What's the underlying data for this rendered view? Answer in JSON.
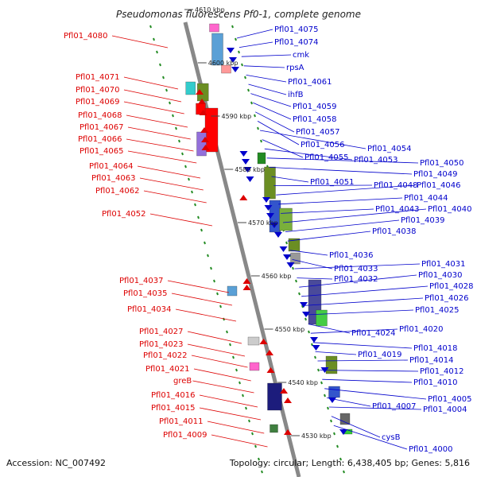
{
  "title": "Pseudomonas fluorescens Pf0-1, complete genome",
  "footer": {
    "accession": "Accession: NC_007492",
    "topology": "Topology: circular; Length: 6,438,405 bp; Genes: 5,816"
  },
  "scale_marks": [
    {
      "label": "4610 kbp",
      "pos": 4610
    },
    {
      "label": "4600 kbp",
      "pos": 4600
    },
    {
      "label": "4590 kbp",
      "pos": 4590
    },
    {
      "label": "4580 kbp",
      "pos": 4580
    },
    {
      "label": "4570 kbp",
      "pos": 4570
    },
    {
      "label": "4560 kbp",
      "pos": 4560
    },
    {
      "label": "4550 kbp",
      "pos": 4550
    },
    {
      "label": "4540 kbp",
      "pos": 4540
    },
    {
      "label": "4530 kbp",
      "pos": 4530
    }
  ],
  "genes_reverse": [
    "Pfl01_4080",
    "Pfl01_4071",
    "Pfl01_4070",
    "Pfl01_4069",
    "Pfl01_4068",
    "Pfl01_4067",
    "Pfl01_4066",
    "Pfl01_4065",
    "Pfl01_4064",
    "Pfl01_4063",
    "Pfl01_4062",
    "Pfl01_4052",
    "Pfl01_4037",
    "Pfl01_4035",
    "Pfl01_4034",
    "Pfl01_4027",
    "Pfl01_4023",
    "Pfl01_4022",
    "Pfl01_4021",
    "greB",
    "Pfl01_4016",
    "Pfl01_4015",
    "Pfl01_4011",
    "Pfl01_4009"
  ],
  "genes_forward": [
    "Pfl01_4075",
    "Pfl01_4074",
    "cmk",
    "rpsA",
    "Pfl01_4061",
    "ihfB",
    "Pfl01_4059",
    "Pfl01_4058",
    "Pfl01_4057",
    "Pfl01_4056",
    "Pfl01_4054",
    "Pfl01_4055",
    "Pfl01_4053",
    "Pfl01_4050",
    "Pfl01_4049",
    "Pfl01_4051",
    "Pfl01_4048",
    "Pfl01_4046",
    "Pfl01_4044",
    "Pfl01_4043",
    "Pfl01_4040",
    "Pfl01_4039",
    "Pfl01_4038",
    "Pfl01_4036",
    "Pfl01_4033",
    "Pfl01_4031",
    "Pfl01_4032",
    "Pfl01_4030",
    "Pfl01_4028",
    "Pfl01_4026",
    "Pfl01_4025",
    "Pfl01_4024",
    "Pfl01_4020",
    "Pfl01_4018",
    "Pfl01_4019",
    "Pfl01_4014",
    "Pfl01_4012",
    "Pfl01_4010",
    "Pfl01_4005",
    "Pfl01_4007",
    "Pfl01_4004",
    "cysB",
    "Pfl01_4000"
  ],
  "colors": {
    "reverse_strand": "#dd0000",
    "forward_strand": "#0000cc",
    "backbone": "#888888",
    "ticks": "#228b22"
  }
}
